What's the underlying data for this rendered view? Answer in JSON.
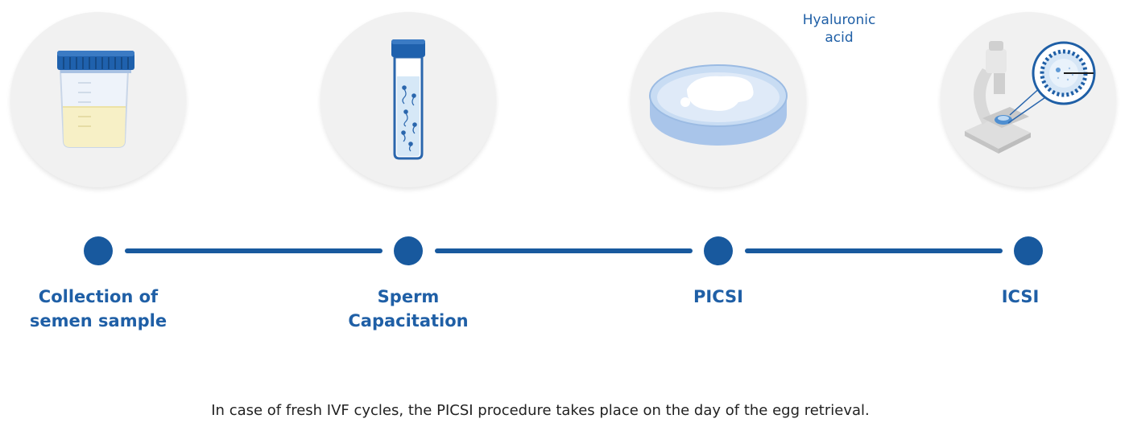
{
  "steps": [
    {
      "label_line1": "Collection of",
      "label_line2": "semen sample",
      "icon": "specimen-cup-icon"
    },
    {
      "label_line1": "Sperm",
      "label_line2": "Capacitation",
      "icon": "test-tube-icon"
    },
    {
      "label_line1": "PICSI",
      "label_line2": "",
      "icon": "petri-dish-icon"
    },
    {
      "label_line1": "ICSI",
      "label_line2": "",
      "icon": "microscope-icon"
    }
  ],
  "callout": {
    "line1": "Hyaluronic",
    "line2": "acid"
  },
  "footnote": "In case of fresh IVF cycles, the PICSI procedure takes place on the day of the egg retrieval.",
  "colors": {
    "accent": "#18599e",
    "label": "#1f5fa6",
    "circle_bg": "#f1f1f1",
    "text": "#222222"
  }
}
